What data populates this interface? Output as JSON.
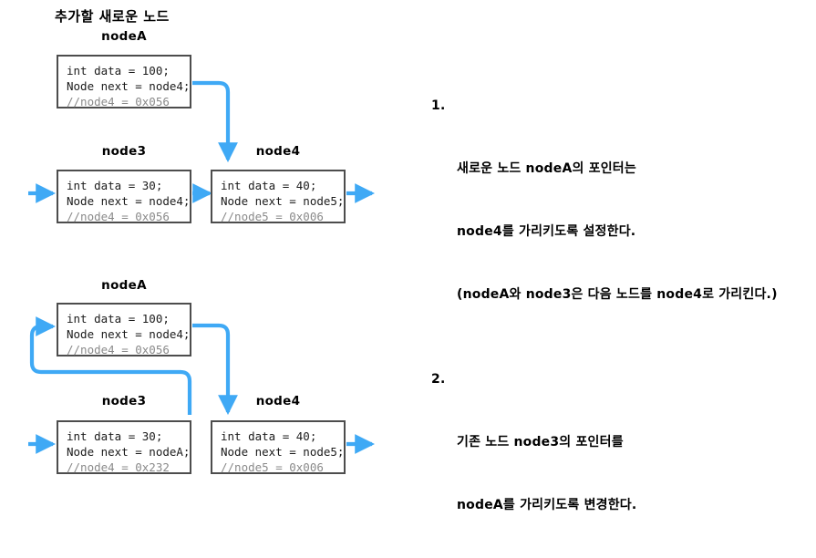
{
  "page": {
    "title": "추가할 새로운 노드",
    "accent_color": "#3fa9f5",
    "box_border_color": "#4d4d4d",
    "text_color": "#111111",
    "comment_color": "#8a8a8a",
    "background": "#ffffff"
  },
  "diagram1": {
    "nodes": [
      {
        "label": "nodeA",
        "lines": [
          {
            "code": "int data = 100;",
            "kind": "code"
          },
          {
            "code": "Node next = node4;",
            "kind": "code"
          },
          {
            "code": "//node4 = 0x056",
            "kind": "comment"
          }
        ]
      },
      {
        "label": "node3",
        "lines": [
          {
            "code": "int data = 30;",
            "kind": "code"
          },
          {
            "code": "Node next = node4;",
            "kind": "code"
          },
          {
            "code": "//node4 = 0x056",
            "kind": "comment"
          }
        ]
      },
      {
        "label": "node4",
        "lines": [
          {
            "code": "int data = 40;",
            "kind": "code"
          },
          {
            "code": "Node next = node5;",
            "kind": "code"
          },
          {
            "code": "//node5 = 0x006",
            "kind": "comment"
          }
        ]
      }
    ]
  },
  "diagram2": {
    "nodes": [
      {
        "label": "nodeA",
        "lines": [
          {
            "code": "int data = 100;",
            "kind": "code"
          },
          {
            "code": "Node next = node4;",
            "kind": "code"
          },
          {
            "code": "//node4 = 0x056",
            "kind": "comment"
          }
        ]
      },
      {
        "label": "node3",
        "lines": [
          {
            "code": "int data = 30;",
            "kind": "code"
          },
          {
            "code": "Node next = nodeA;",
            "kind": "code"
          },
          {
            "code": "//node4 = 0x232",
            "kind": "comment"
          }
        ]
      },
      {
        "label": "node4",
        "lines": [
          {
            "code": "int data = 40;",
            "kind": "code"
          },
          {
            "code": "Node next = node5;",
            "kind": "code"
          },
          {
            "code": "//node5 = 0x006",
            "kind": "comment"
          }
        ]
      }
    ]
  },
  "steps": [
    {
      "number": "1.",
      "line1": "새로운 노드 nodeA의 포인터는",
      "line2": "node4를 가리키도록 설정한다.",
      "line3": "(nodeA와 node3은 다음 노드를 node4로 가리킨다.)"
    },
    {
      "number": "2.",
      "line1": "기존 노드 node3의 포인터를",
      "line2": "nodeA를 가리키도록 변경한다.",
      "line3": ""
    }
  ]
}
